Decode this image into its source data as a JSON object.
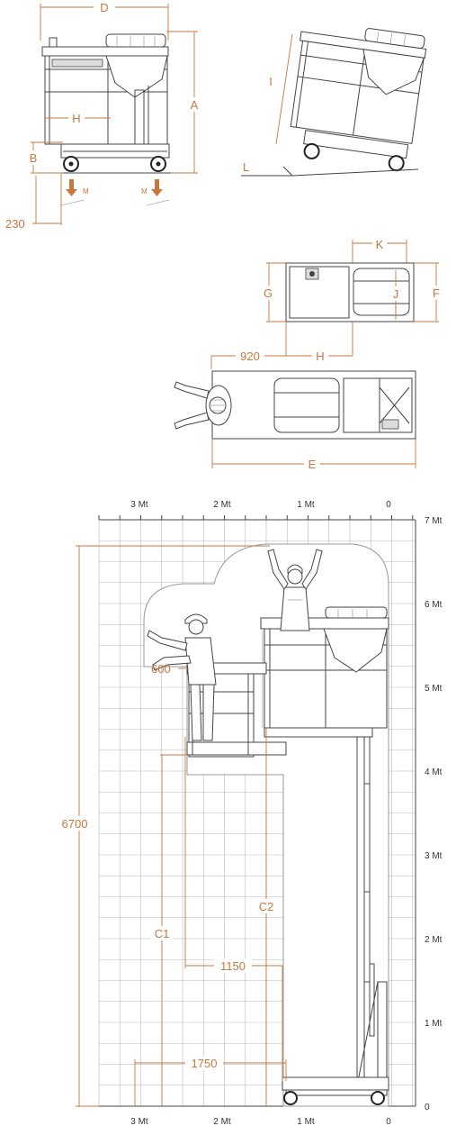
{
  "colors": {
    "dimension": "#c9773c",
    "line": "#444444",
    "grid": "#b9b9b9",
    "background": "#ffffff"
  },
  "side_view": {
    "label_a": "A",
    "label_b": "B",
    "label_d": "D",
    "label_h": "H",
    "label_m": "M",
    "value_230": "230"
  },
  "tilt_view": {
    "label_i": "I",
    "label_l": "L"
  },
  "top_view": {
    "label_k": "K",
    "label_g": "G",
    "label_j": "J",
    "label_f": "F",
    "label_h": "H",
    "value_920": "920"
  },
  "plan_view": {
    "label_e": "E"
  },
  "reach_diagram": {
    "top_scale": [
      "3 Mt",
      "2 Mt",
      "1 Mt",
      "0"
    ],
    "bottom_scale": [
      "3 Mt",
      "2 Mt",
      "1 Mt",
      "0"
    ],
    "right_scale": [
      "7 Mt",
      "6 Mt",
      "5 Mt",
      "4 Mt",
      "3 Mt",
      "2 Mt",
      "1 Mt",
      "0"
    ],
    "value_600": "600",
    "value_6700": "6700",
    "label_c1": "C1",
    "label_c2": "C2",
    "value_1150": "1150",
    "value_1750": "1750"
  }
}
